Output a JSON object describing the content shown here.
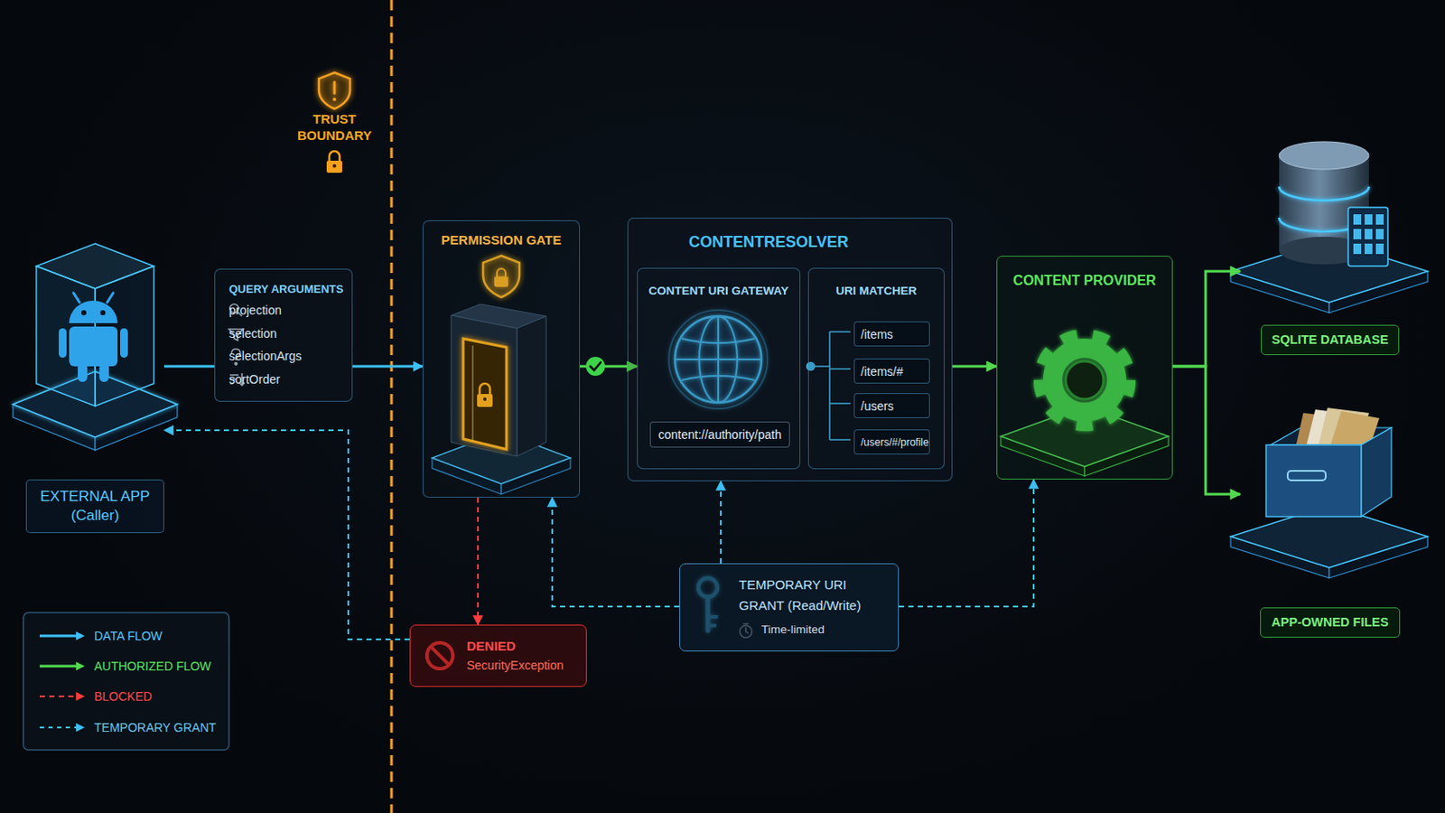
{
  "diagram": {
    "nodes": [
      {
        "text": [
          "EXTERNAL APP (Caller)"
        ]
      },
      {
        "text": [
          "QUERY ARGUMENTS",
          "projection",
          "selection",
          "selectionArgs",
          "sortOrder"
        ]
      },
      {
        "text": [
          "PERMISSION GATE"
        ]
      },
      {
        "text": [
          "CONTENTRESOLVER"
        ]
      },
      {
        "text": [
          "CONTENT URI GATEWAY"
        ],
        "in": 3
      },
      {
        "text": [
          "content://authority/path"
        ],
        "in": 4
      },
      {
        "text": [
          "URI MATCHER"
        ],
        "in": 3
      },
      {
        "text": [
          "/items"
        ],
        "in": 6
      },
      {
        "text": [
          "/items/#"
        ],
        "in": 6
      },
      {
        "text": [
          "/users"
        ],
        "in": 6
      },
      {
        "text": [
          "/users/#/profile"
        ],
        "in": 6
      },
      {
        "text": [
          "CONTENT PROVIDER"
        ]
      },
      {
        "text": [
          "SQLITE DATABASE"
        ]
      },
      {
        "text": [
          "APP-OWNED FILES"
        ]
      },
      {
        "text": [
          "DENIED",
          "SecurityException"
        ]
      },
      {
        "text": [
          "TEMPORARY URI GRANT (Read/Write)",
          "Time-limited"
        ]
      }
    ],
    "edges": [
      {
        "from": 0,
        "to": 1,
        "arrow": "none"
      },
      {
        "from": 1,
        "to": 2,
        "arrow": "to"
      },
      {
        "from": 2,
        "to": 4,
        "arrow": "to"
      },
      {
        "from": 3,
        "to": 11,
        "arrow": "to"
      },
      {
        "from": 11,
        "to": 12,
        "arrow": "to"
      },
      {
        "from": 11,
        "to": 13,
        "arrow": "to"
      },
      {
        "from": 2,
        "to": 14,
        "arrow": "to"
      },
      {
        "from": 14,
        "to": 0,
        "arrow": "to"
      },
      {
        "from": 15,
        "to": 2,
        "arrow": "to"
      },
      {
        "from": 15,
        "to": 3,
        "arrow": "to"
      },
      {
        "from": 15,
        "to": 11,
        "arrow": "to"
      }
    ],
    "labels": [
      "TRUST BOUNDARY"
    ],
    "legend": [
      {
        "text": "DATA FLOW"
      },
      {
        "text": "AUTHORIZED FLOW"
      },
      {
        "text": "BLOCKED"
      },
      {
        "text": "TEMPORARY GRANT"
      }
    ]
  }
}
